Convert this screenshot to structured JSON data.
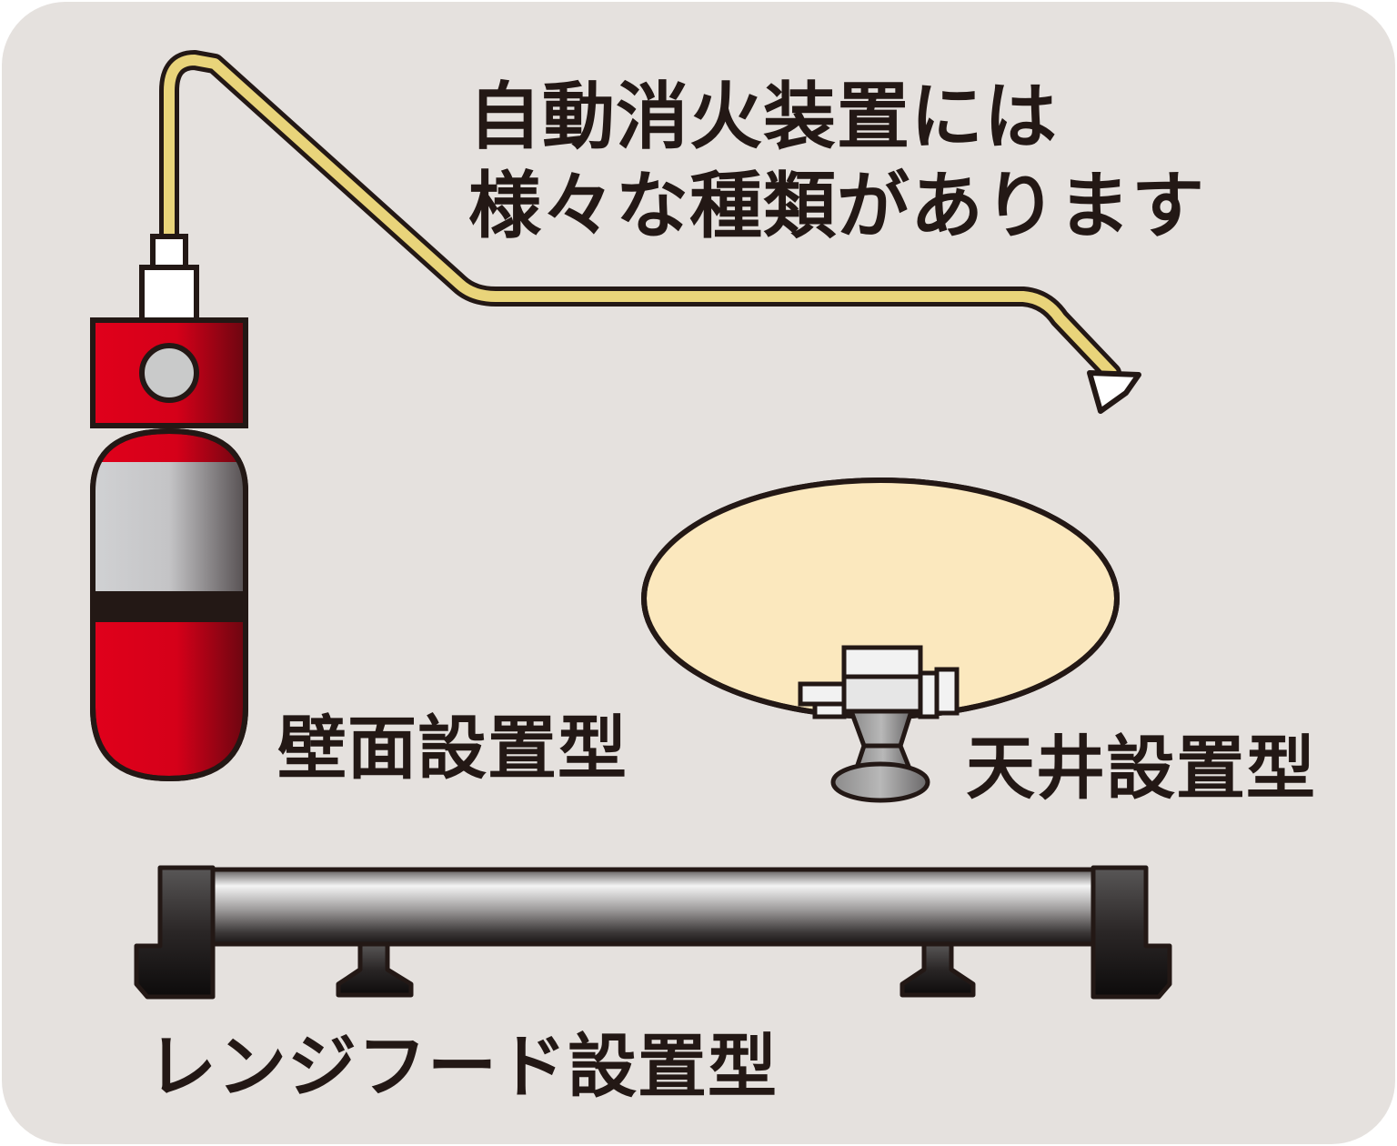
{
  "title": {
    "line1": "自動消火装置には",
    "line2": "様々な種類があります"
  },
  "labels": {
    "wall": "壁面設置型",
    "ceiling": "天井設置型",
    "range_hood": "レンジフード設置型"
  },
  "colors": {
    "background": "#e5e1de",
    "cylinder_red": "#e0001b",
    "pipe_yellow": "#e9d47a",
    "ceiling_disc": "#fbe8be",
    "outline": "#231815"
  }
}
